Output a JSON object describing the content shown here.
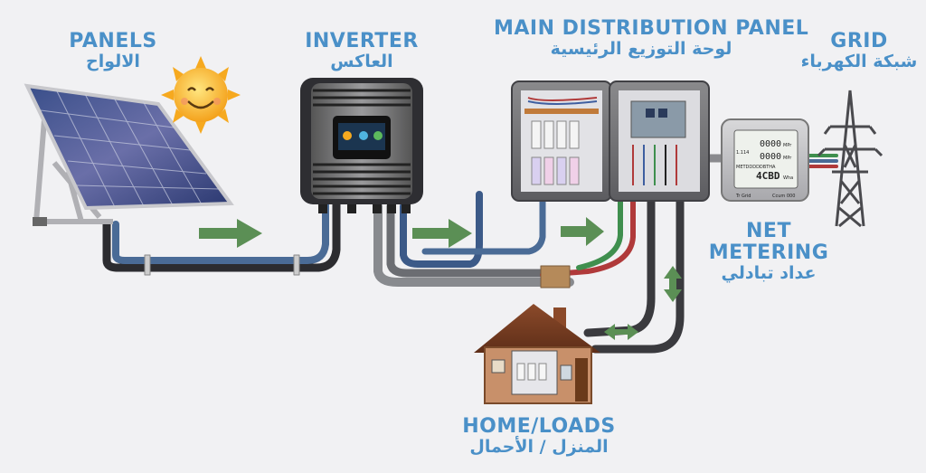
{
  "labels": {
    "panels": {
      "en": "PANELS",
      "ar": "الالواح"
    },
    "inverter": {
      "en": "INVERTER",
      "ar": "العاكس"
    },
    "main_panel": {
      "en": "MAIN DISTRIBUTION PANEL",
      "ar": "لوحة التوزيع الرئيسية"
    },
    "grid": {
      "en": "GRID",
      "ar": "شبكة الكهرباء"
    },
    "net_metering": {
      "en1": "NET",
      "en2": "METERING",
      "ar": "عداد تبادلي"
    },
    "home": {
      "en": "HOME/LOADS",
      "ar": "المنزل / الأحمال"
    }
  },
  "meter": {
    "line1": "0000",
    "unit1": "MPr",
    "line2": "0000",
    "unit2": "MPr",
    "id": "METDDDDDBTHA",
    "reading": "4CBD",
    "unit3": "Wha",
    "left_small": "1.114",
    "footer_left": "Tr Grid",
    "footer_right": "Ccum 000"
  },
  "colors": {
    "label": "#4a90c8",
    "arrow": "#5b8f55",
    "cable_blue": "#4a6b96",
    "cable_dark": "#2c2c30"
  }
}
